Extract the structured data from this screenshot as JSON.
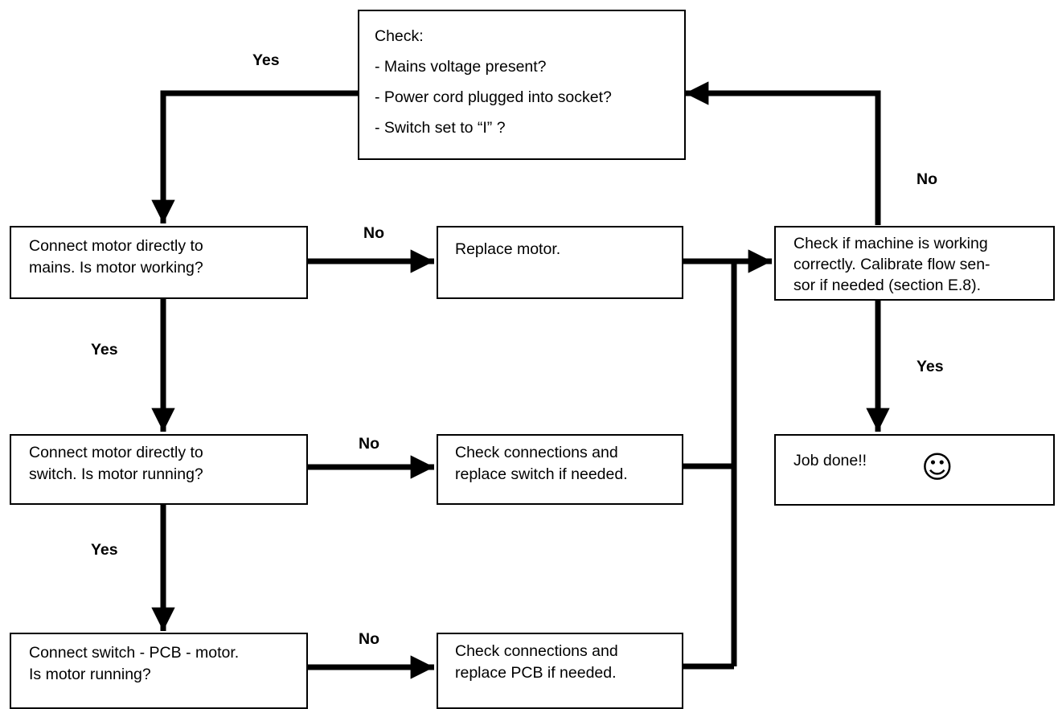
{
  "boxes": {
    "check": {
      "lines": [
        "Check:",
        "- Mains voltage present?",
        "- Power cord plugged into socket?",
        "- Switch set to “I” ?"
      ]
    },
    "mains": {
      "lines": [
        "Connect motor directly to",
        "mains. Is motor working?"
      ]
    },
    "replace_motor": {
      "lines": [
        "Replace motor."
      ]
    },
    "check_machine": {
      "lines": [
        "Check if machine is working",
        "correctly. Calibrate flow sen-",
        "sor if needed (section E.8)."
      ]
    },
    "switch": {
      "lines": [
        "Connect motor directly to",
        "switch. Is motor running?"
      ]
    },
    "check_switch": {
      "lines": [
        "Check connections and",
        "replace switch if needed."
      ]
    },
    "job_done": {
      "text": "Job done!!",
      "icon": "smiley-face-icon",
      "icon_glyph": "☺"
    },
    "pcb": {
      "lines": [
        "Connect switch - PCB - motor.",
        "Is motor running?"
      ]
    },
    "check_pcb": {
      "lines": [
        "Check connections and",
        "replace PCB if needed."
      ]
    }
  },
  "labels": {
    "yes_check": "Yes",
    "no_mains": "No",
    "no_machine": "No",
    "yes_mains": "Yes",
    "yes_machine": "Yes",
    "no_switch": "No",
    "yes_switch": "Yes",
    "no_pcb": "No"
  },
  "colors": {
    "line": "#000000",
    "background": "#ffffff"
  }
}
